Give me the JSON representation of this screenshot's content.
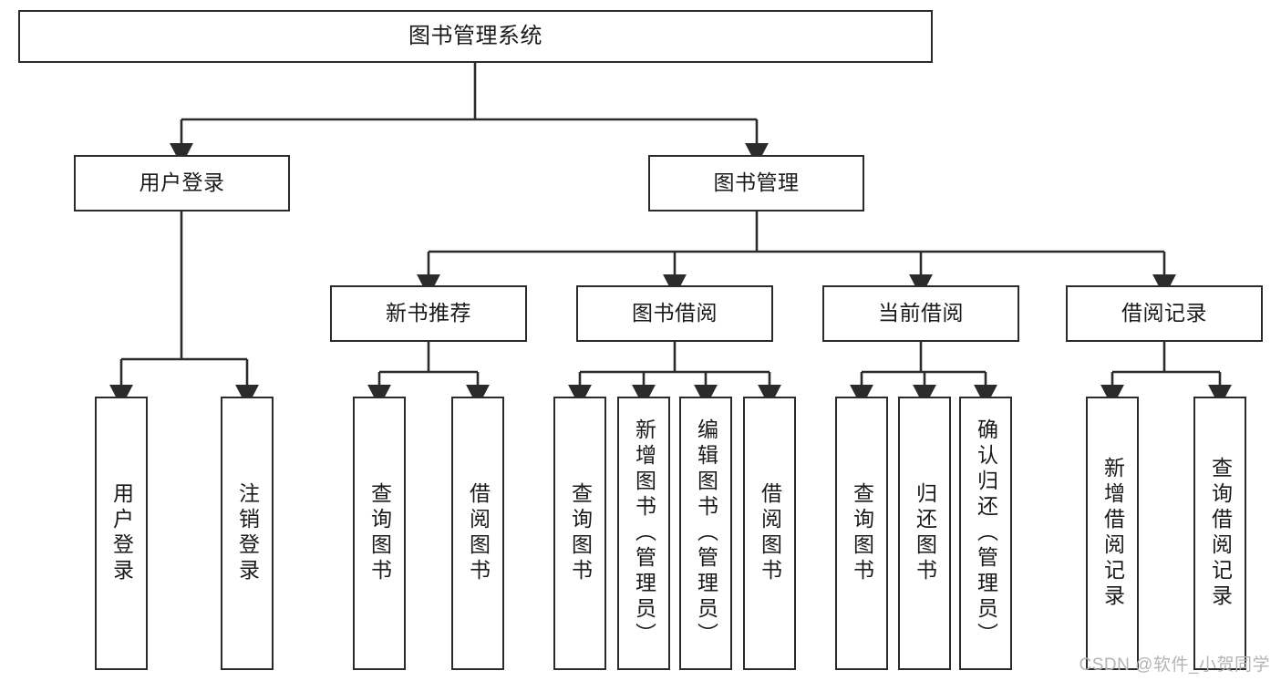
{
  "diagram": {
    "type": "tree-hierarchy",
    "title": "图书管理系统",
    "watermark": "CSDN @软件_小贺同学",
    "colors": {
      "box_border": "#2b2b2b",
      "box_fill": "#ffffff",
      "connector": "#2b2b2b",
      "text": "#1a1a1a",
      "watermark": "#b4b4b4",
      "background": "#ffffff"
    },
    "root": {
      "label": "图书管理系统"
    },
    "level1": [
      {
        "id": "user-login",
        "label": "用户登录"
      },
      {
        "id": "book-manage",
        "label": "图书管理"
      }
    ],
    "level2": [
      {
        "id": "new-book-rec",
        "label": "新书推荐",
        "parent": "book-manage"
      },
      {
        "id": "book-borrow",
        "label": "图书借阅",
        "parent": "book-manage"
      },
      {
        "id": "current-borrow",
        "label": "当前借阅",
        "parent": "book-manage"
      },
      {
        "id": "borrow-record",
        "label": "借阅记录",
        "parent": "book-manage"
      }
    ],
    "leaves": {
      "user_login": [
        {
          "id": "leaf-user-login",
          "label": "用户登录"
        },
        {
          "id": "leaf-logout",
          "label": "注销登录"
        }
      ],
      "new_book_rec": [
        {
          "id": "leaf-query-book-1",
          "label": "查询图书"
        },
        {
          "id": "leaf-borrow-book-1",
          "label": "借阅图书"
        }
      ],
      "book_borrow": [
        {
          "id": "leaf-query-book-2",
          "label": "查询图书"
        },
        {
          "id": "leaf-add-book",
          "label": "新增图书（管理员）"
        },
        {
          "id": "leaf-edit-book",
          "label": "编辑图书（管理员）"
        },
        {
          "id": "leaf-borrow-book-2",
          "label": "借阅图书"
        }
      ],
      "current_borrow": [
        {
          "id": "leaf-query-book-3",
          "label": "查询图书"
        },
        {
          "id": "leaf-return-book",
          "label": "归还图书"
        },
        {
          "id": "leaf-confirm-return",
          "label": "确认归还（管理员）"
        }
      ],
      "borrow_record": [
        {
          "id": "leaf-add-record",
          "label": "新增借阅记录"
        },
        {
          "id": "leaf-query-record",
          "label": "查询借阅记录"
        }
      ]
    }
  }
}
